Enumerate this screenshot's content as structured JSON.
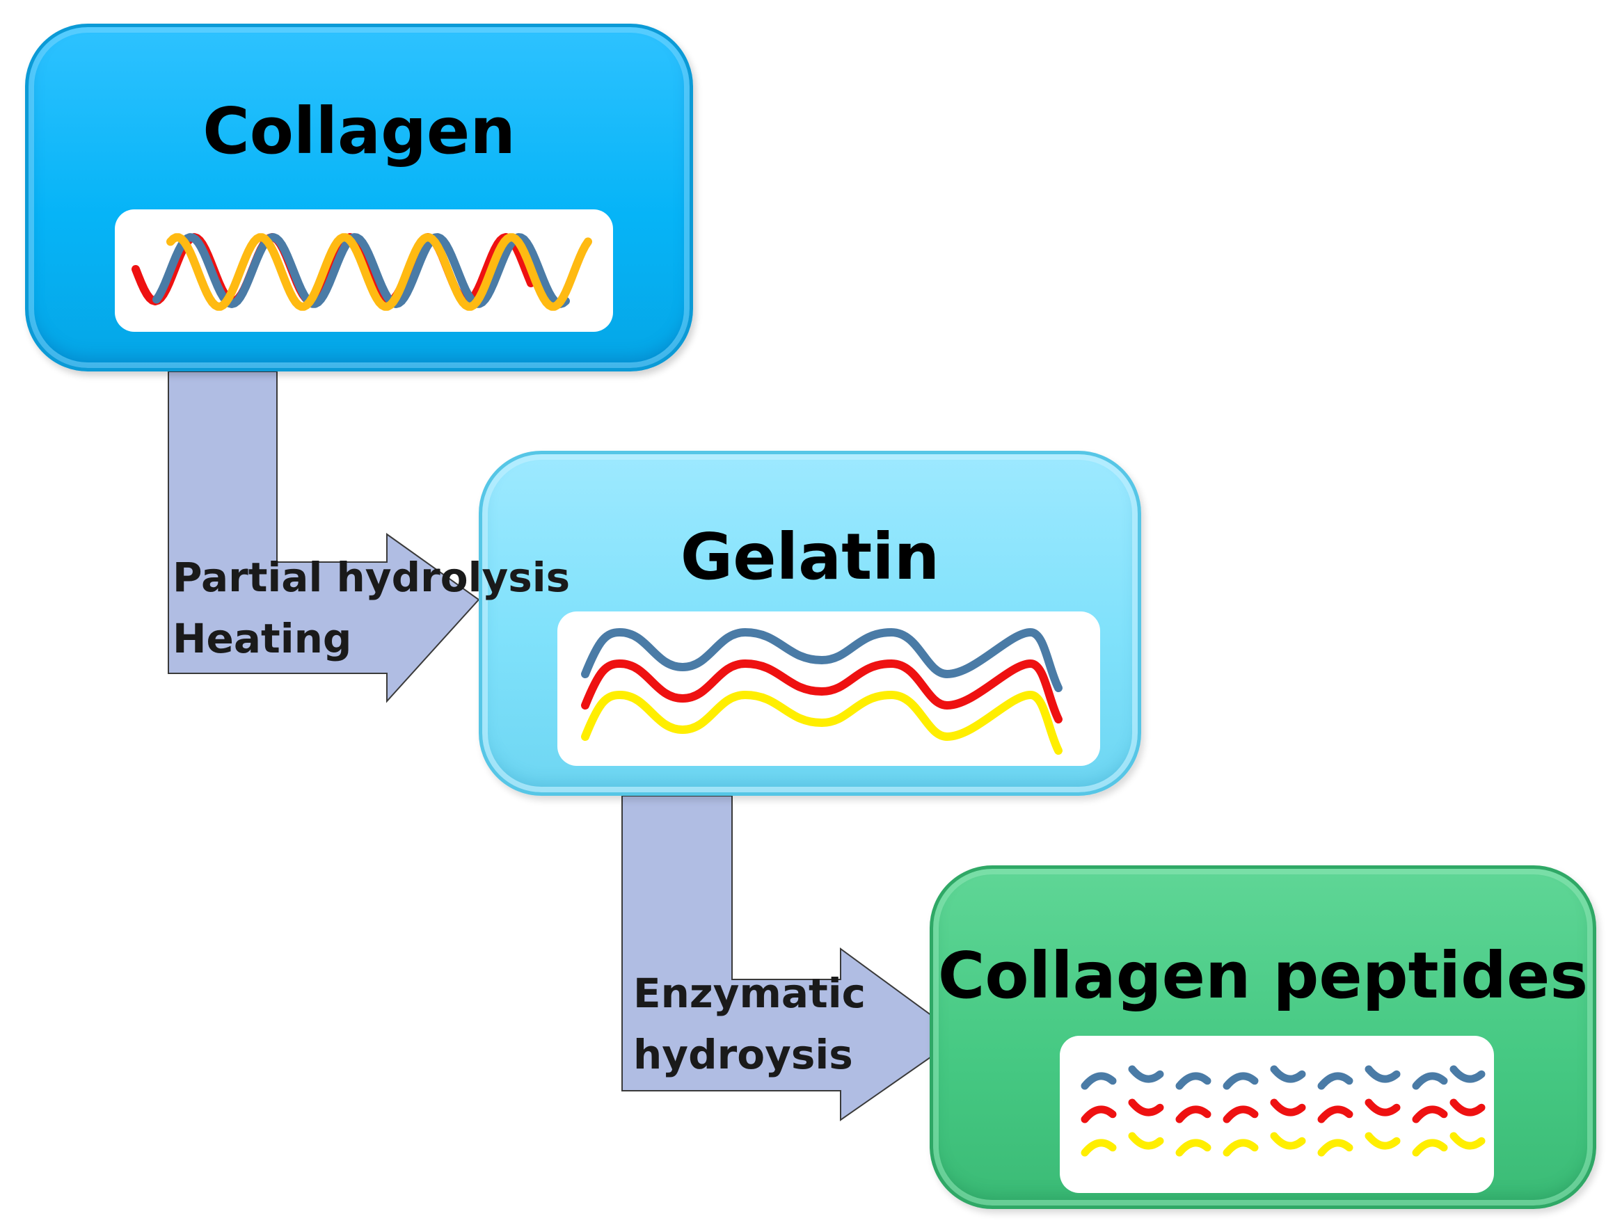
{
  "boxes": {
    "collagen": {
      "title": "Collagen"
    },
    "gelatin": {
      "title": "Gelatin"
    },
    "peptides": {
      "title": "Collagen peptides"
    }
  },
  "arrows": {
    "first": {
      "line1": "Partial hydrolysis",
      "line2": "Heating"
    },
    "second": {
      "line1": "Enzymatic",
      "line2": "hydroysis"
    }
  },
  "colors": {
    "collagen_box": "#06b4f7",
    "gelatin_box": "#7fe1fb",
    "peptides_box": "#46c983",
    "arrow_fill": "#b0bde3",
    "strand_blue": "#4a7ba6",
    "strand_red": "#ee1111",
    "strand_yellow_collagen": "#ffba12",
    "strand_yellow": "#ffee00"
  }
}
